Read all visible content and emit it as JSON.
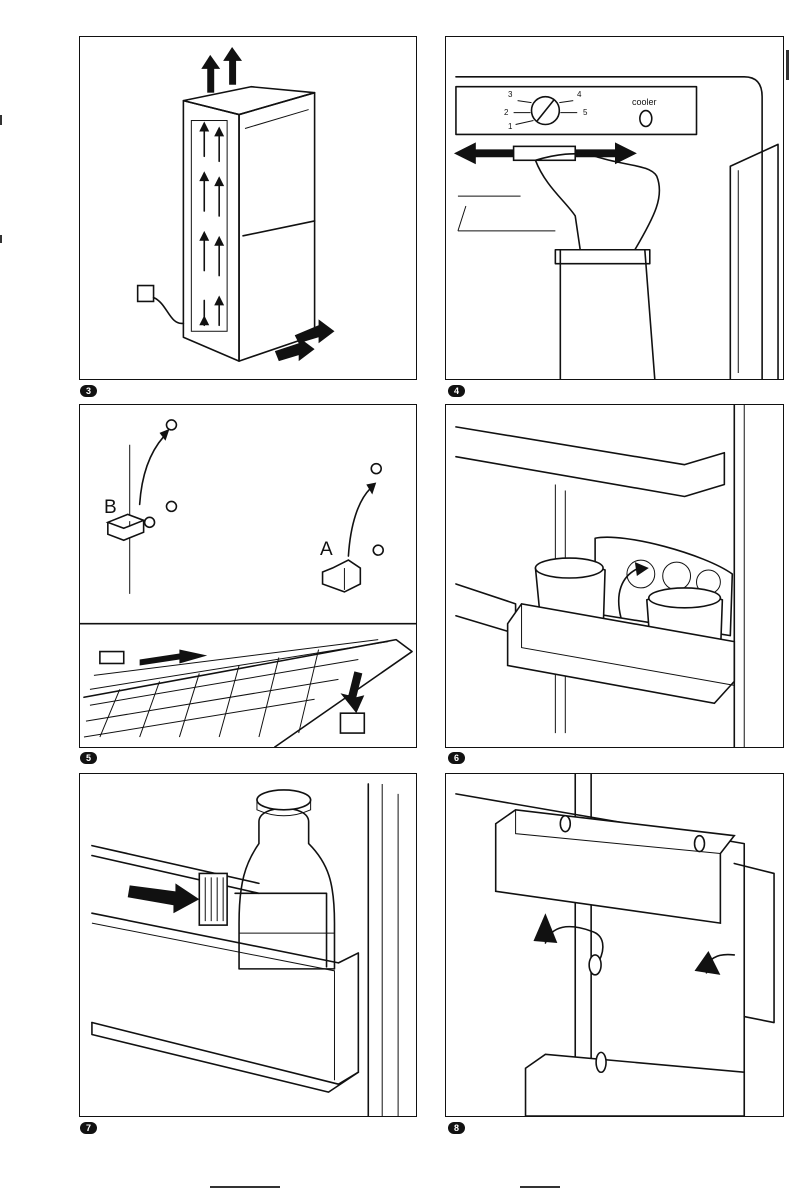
{
  "figures": [
    {
      "number": "3"
    },
    {
      "number": "4",
      "knob_labels": [
        "3",
        "4",
        "2",
        "5",
        "1"
      ],
      "switch_label": "cooler"
    },
    {
      "number": "5",
      "labels": [
        "B",
        "A"
      ]
    },
    {
      "number": "6"
    },
    {
      "number": "7"
    },
    {
      "number": "8"
    }
  ]
}
